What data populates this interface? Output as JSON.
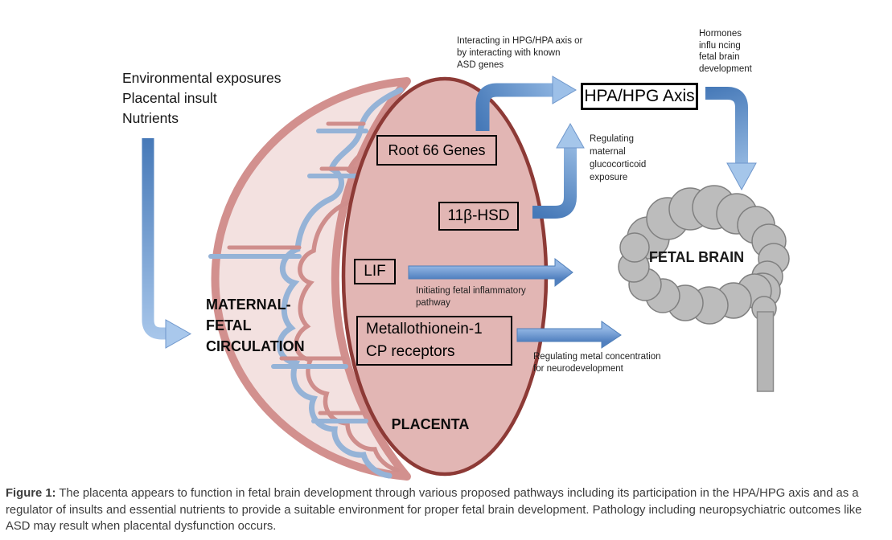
{
  "figure": {
    "inputs": "Environmental exposures\nPlacental insult\nNutrients",
    "maternal_label": "MATERNAL-\nFETAL\nCIRCULATION",
    "placenta_label": "PLACENTA",
    "fetal_brain_label": "FETAL BRAIN",
    "boxes": {
      "root66": "Root 66 Genes",
      "hsd": "11β-HSD",
      "lif": "LIF",
      "metallothionein": "Metallothionein-1\nCP receptors",
      "hpa_axis": "HPA/HPG Axis"
    },
    "annotations": {
      "interacting": "Interacting in HPG/HPA axis or\nby interacting with known\nASD genes",
      "hormones": "Hormones\ninflu ncing\nfetal brain\ndevelopment",
      "glucocorticoid": "Regulating\nmaternal\nglucocorticoid\nexposure",
      "inflammatory": "Initiating fetal inflammatory\npathway",
      "metal": "Regulating metal concentration\nfor neurodevelopment"
    },
    "colors": {
      "placenta_fill": "#e2b6b4",
      "placenta_border": "#8d3a36",
      "crescent_fill": "#f3e1e0",
      "crescent_band": "#d2908e",
      "vessel_blue": "#95b3d7",
      "vessel_salmon": "#cf8e8c",
      "arrow_dark": "#4679b8",
      "arrow_light": "#abc9ec",
      "cloud_gray": "#bcbcbc",
      "cloud_border": "#808080"
    }
  },
  "caption": {
    "label": "Figure 1:",
    "text": " The placenta appears to function in fetal brain development through various proposed pathways including its participation in the HPA/HPG axis and as a regulator of insults and essential nutrients to provide a suitable environment for proper fetal brain development.  Pathology including neuropsychiatric outcomes like ASD may result when placental dysfunction occurs."
  }
}
